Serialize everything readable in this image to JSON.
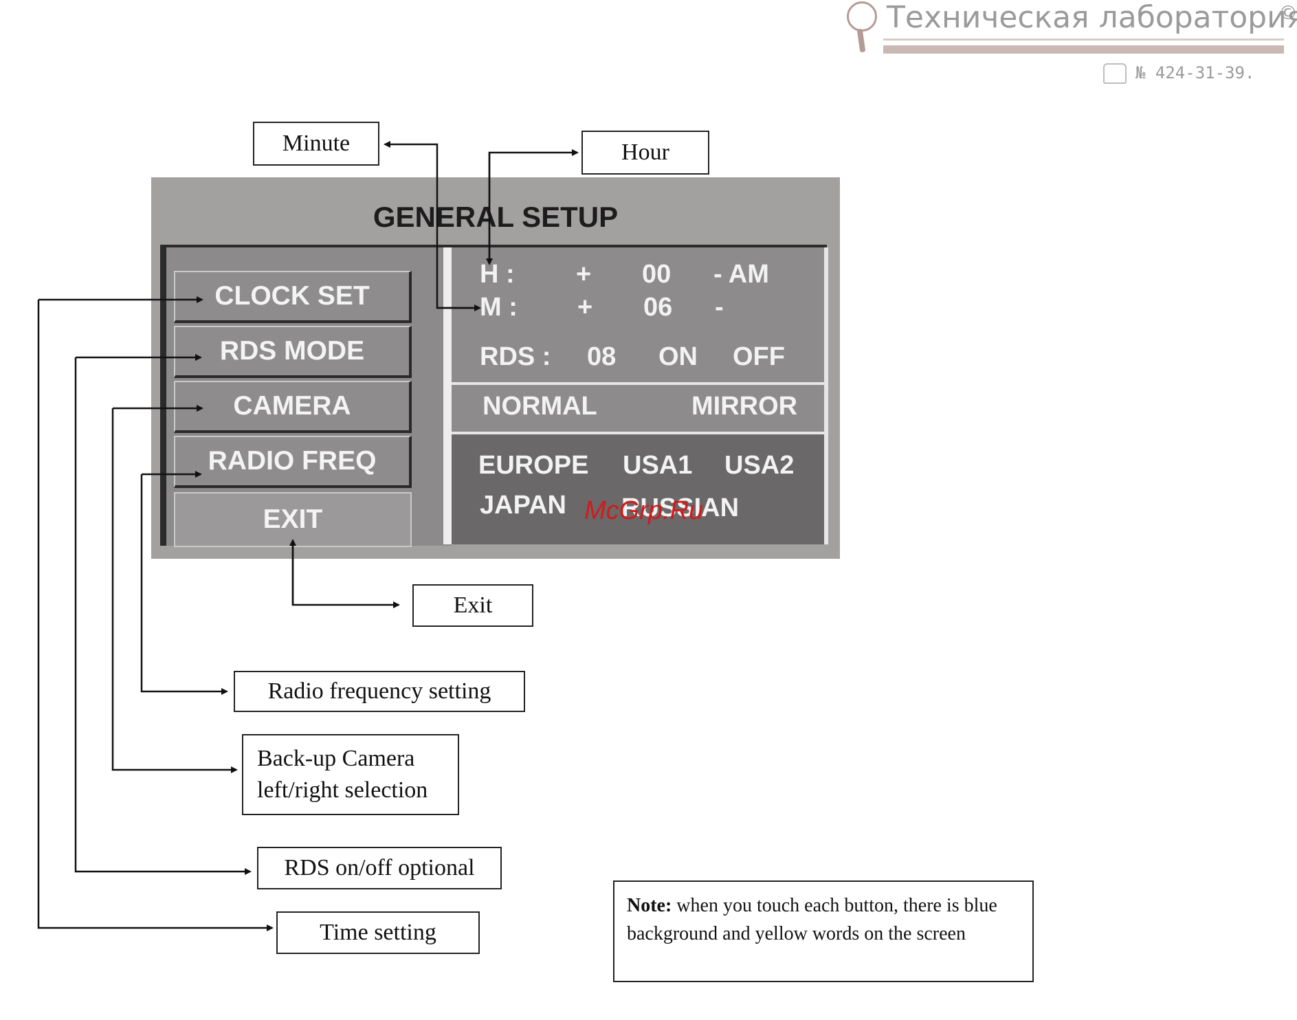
{
  "watermark": {
    "title": "Техническая лаборатория",
    "copyright": "©",
    "phone": "№ 424-31-39.",
    "site": "McGrp.Ru"
  },
  "screen": {
    "title": "GENERAL SETUP",
    "menu": [
      "CLOCK SET",
      "RDS MODE",
      "CAMERA",
      "RADIO FREQ",
      "EXIT"
    ],
    "clock": {
      "h_label": "H :",
      "h_plus": "+",
      "h_value": "00",
      "h_suffix": "- AM",
      "m_label": "M :",
      "m_plus": "+",
      "m_value": "06",
      "m_suffix": "-"
    },
    "rds": {
      "label": "RDS :",
      "value": "08",
      "on": "ON",
      "off": "OFF"
    },
    "camera": {
      "normal": "NORMAL",
      "mirror": "MIRROR"
    },
    "regions": {
      "europe": "EUROPE",
      "usa1": "USA1",
      "usa2": "USA2",
      "japan": "JAPAN",
      "russian": "RUSSIAN"
    }
  },
  "callouts": {
    "minute": "Minute",
    "hour": "Hour",
    "exit": "Exit",
    "radio_freq": "Radio frequency setting",
    "camera_line1": "Back-up Camera",
    "camera_line2": "left/right selection",
    "rds": "RDS on/off optional",
    "time": "Time setting"
  },
  "note": {
    "bold": "Note:",
    "text": " when you touch each button, there is blue background and yellow words on the screen"
  }
}
